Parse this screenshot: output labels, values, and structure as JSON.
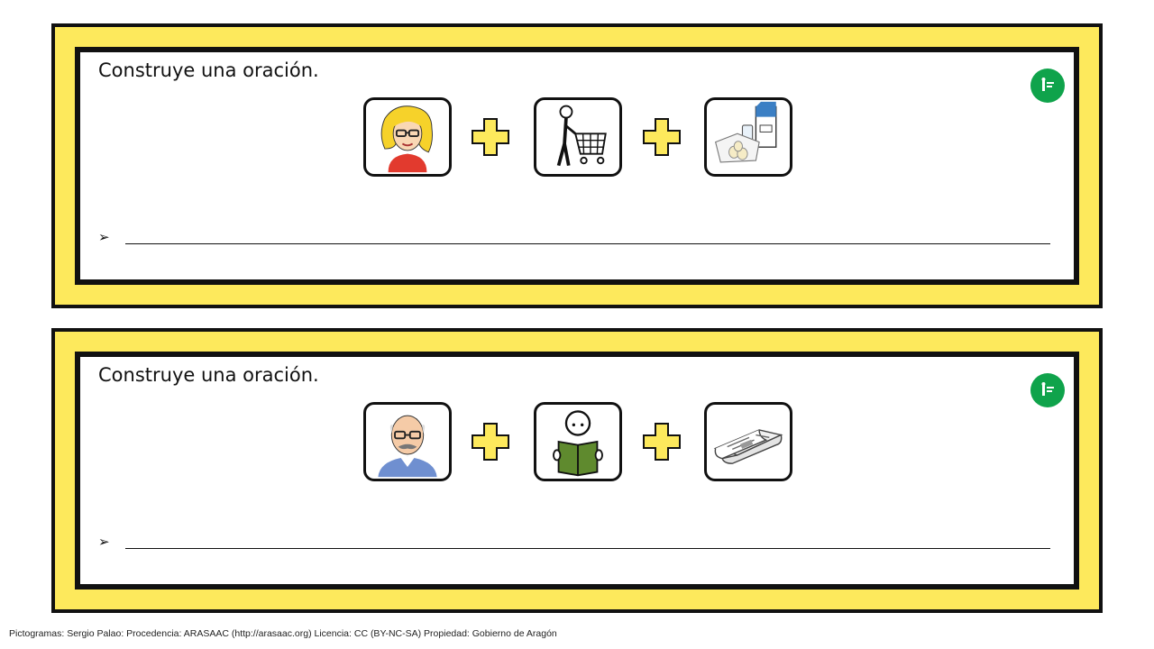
{
  "colors": {
    "frame_yellow": "#fde95c",
    "plus_yellow": "#fde95c",
    "logo_green": "#0fa34b",
    "border": "#111111"
  },
  "cards": [
    {
      "heading": "Construye una oración.",
      "pictograms": [
        "woman-icon",
        "shopping-cart-icon",
        "milk-and-eggs-icon"
      ],
      "answer_marker": "➢"
    },
    {
      "heading": "Construye una oración.",
      "pictograms": [
        "grandfather-icon",
        "reading-book-icon",
        "newspaper-icon"
      ],
      "answer_marker": "➢"
    }
  ],
  "credits": "Pictogramas: Sergio Palao: Procedencia: ARASAAC (http://arasaac.org) Licencia: CC (BY-NC-SA) Propiedad: Gobierno de Aragón"
}
